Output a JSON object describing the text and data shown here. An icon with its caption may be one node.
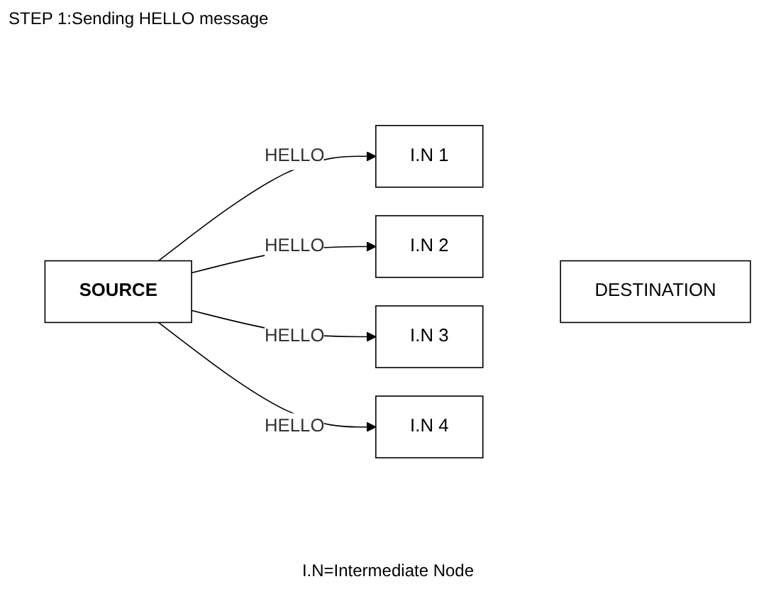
{
  "diagram": {
    "title": "STEP 1:Sending HELLO message",
    "nodes": [
      {
        "text": [
          "SOURCE"
        ]
      },
      {
        "text": [
          "I.N 1"
        ]
      },
      {
        "text": [
          "I.N 2"
        ]
      },
      {
        "text": [
          "I.N 3"
        ]
      },
      {
        "text": [
          "I.N 4"
        ]
      },
      {
        "text": [
          "DESTINATION"
        ]
      }
    ],
    "edges": [
      {
        "from": 0,
        "to": 1,
        "arrow": "to",
        "label": "HELLO"
      },
      {
        "from": 0,
        "to": 2,
        "arrow": "to",
        "label": "HELLO"
      },
      {
        "from": 0,
        "to": 3,
        "arrow": "to",
        "label": "HELLO"
      },
      {
        "from": 0,
        "to": 4,
        "arrow": "to",
        "label": "HELLO"
      }
    ],
    "labels": [
      "I.N=Intermediate Node"
    ]
  }
}
